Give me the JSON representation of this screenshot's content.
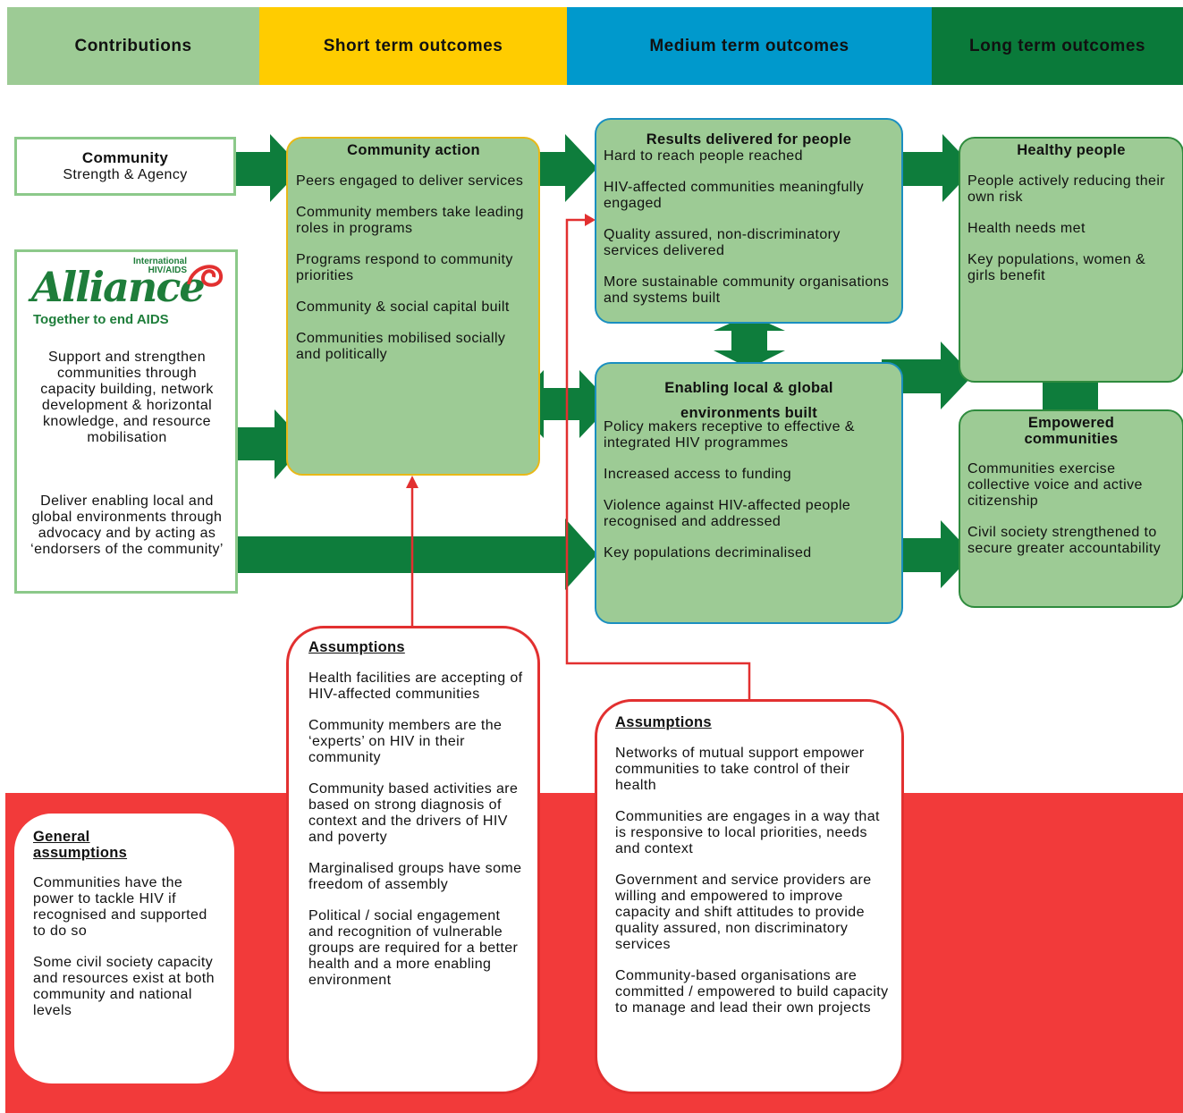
{
  "header": {
    "contributions": "Contributions",
    "short_term": "Short term outcomes",
    "medium_term": "Medium term outcomes",
    "long_term": "Long term outcomes"
  },
  "colors": {
    "contributions": "#9dcb95",
    "short_term": "#ffcc00",
    "medium_term": "#0099cc",
    "long_term": "#0a7a3a",
    "box_green": "#9dcb95",
    "arrow_green": "#0e7d3c",
    "red": "#e23030"
  },
  "community": {
    "line1": "Community",
    "line2": "Strength & Agency"
  },
  "alliance": {
    "logo_small": "International HIV/AIDS",
    "logo_big": "Alliance",
    "tagline": "Together to end AIDS",
    "text1": "Support and strengthen communities through capacity building, network development & horizontal knowledge, and resource mobilisation",
    "text2": "Deliver enabling local and global environments through advocacy and by acting as ‘endorsers of the community’"
  },
  "community_action": {
    "title": "Community action",
    "items": [
      "Peers engaged to deliver services",
      "Community members take leading roles in programs",
      "Programs respond to community priorities",
      "Community & social capital built",
      "Communities mobilised socially and politically"
    ]
  },
  "results": {
    "title": "Results delivered for people",
    "items": [
      "Hard to reach people reached",
      "HIV-affected communities meaningfully engaged",
      "Quality assured, non-discriminatory services delivered",
      "More sustainable community organisations and systems built"
    ]
  },
  "enabling": {
    "title_line1": "Enabling local & global",
    "title_line2": "environments built",
    "items": [
      "Policy makers receptive to effective & integrated HIV programmes",
      "Increased access to funding",
      "Violence against HIV-affected people recognised and addressed",
      "Key populations decriminalised"
    ]
  },
  "healthy": {
    "title": "Healthy people",
    "items": [
      "People actively reducing their own risk",
      "Health needs met",
      "Key populations, women & girls benefit"
    ]
  },
  "empowered": {
    "title": "Empowered communities",
    "items": [
      "Communities exercise collective voice and active citizenship",
      "Civil society strengthened to secure greater accountability"
    ]
  },
  "general_assumptions": {
    "title": "General assumptions",
    "items": [
      "Communities have the power to tackle HIV if recognised and supported to do so",
      "Some civil society capacity and resources exist at both community and national levels"
    ]
  },
  "assumptions_1": {
    "title": "Assumptions",
    "items": [
      "Health facilities are accepting of HIV-affected communities",
      "Community members are the ‘experts’ on HIV in their community",
      "Community based activities are based on strong diagnosis of context and the drivers of HIV and poverty",
      "Marginalised groups have some freedom of assembly",
      "Political / social engagement and recognition of vulnerable groups are required for a better health and a more enabling environment"
    ]
  },
  "assumptions_2": {
    "title": "Assumptions",
    "items": [
      "Networks of mutual support empower communities to take control of their health",
      "Communities are engages in a way that is responsive to local priorities, needs and context",
      "Government and service providers are willing and empowered to improve capacity and shift attitudes to provide quality assured, non discriminatory services",
      "Community-based organisations are committed / empowered to build capacity to manage and lead their own projects"
    ]
  }
}
